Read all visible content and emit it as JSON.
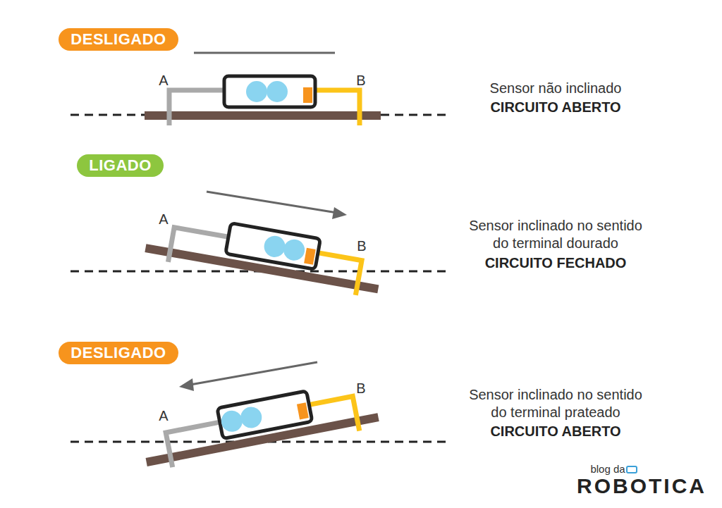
{
  "diagram": {
    "nodes": [
      {
        "text": [
          "DESLIGADO"
        ]
      },
      {
        "text": [
          "LIGADO"
        ]
      },
      {
        "text": [
          "DESLIGADO"
        ]
      }
    ],
    "labels": [
      "A",
      "B",
      "Sensor não inclinado",
      "CIRCUITO ABERTO",
      "A",
      "B",
      "Sensor inclinado no sentido do terminal dourado",
      "CIRCUITO FECHADO",
      "A",
      "B",
      "Sensor inclinado no sentido do terminal prateado",
      "CIRCUITO ABERTO",
      "blog da",
      "ROBOTICA"
    ]
  }
}
